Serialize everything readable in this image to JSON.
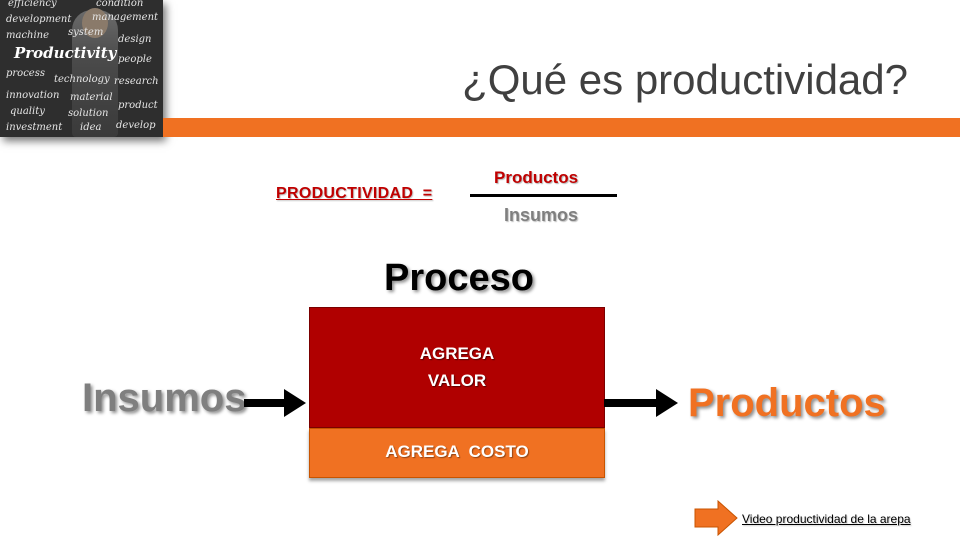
{
  "slide": {
    "title": "¿Qué es productividad?",
    "colors": {
      "accent_orange": "#f07122",
      "accent_red": "#b00000",
      "text_gray": "#7f7f7f"
    }
  },
  "photo": {
    "words": [
      "efficiency",
      "condition",
      "development",
      "management",
      "machine",
      "system",
      "design",
      "Productivity",
      "process",
      "technology",
      "people",
      "innovation",
      "material",
      "research",
      "quality",
      "solution",
      "product",
      "investment",
      "idea",
      "develop"
    ]
  },
  "formula": {
    "label": "PRODUCTIVIDAD  =",
    "numerator": "Productos",
    "denominator": "Insumos"
  },
  "process": {
    "heading": "Proceso",
    "value_line1": "AGREGA",
    "value_line2": "VALOR",
    "cost": "AGREGA  COSTO",
    "input": "Insumos",
    "output": "Productos"
  },
  "footer": {
    "video_link": "Video productividad de la arepa",
    "video_icon": "right-arrow-icon"
  }
}
